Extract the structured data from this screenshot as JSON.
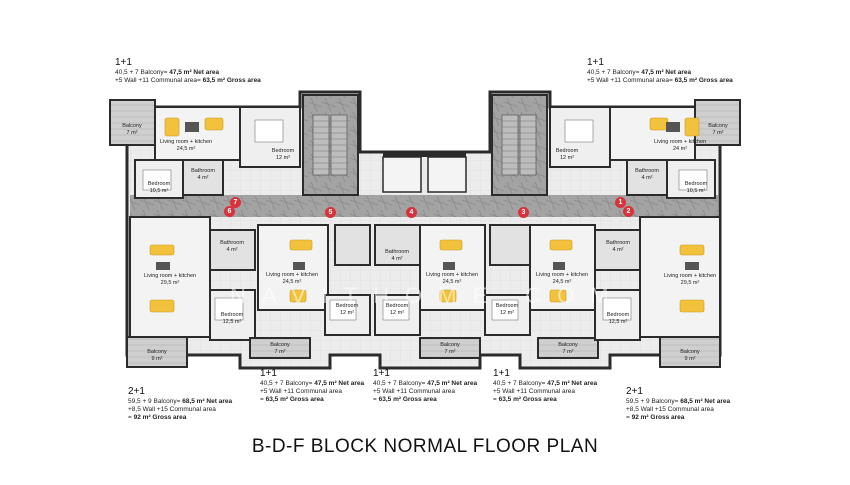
{
  "title": "B-D-F BLOCK NORMAL FLOOR PLAN",
  "watermark": "NAVITHOME.COM",
  "colors": {
    "wall": "#2b2b2b",
    "floor": "#e9e9e9",
    "marble": "#9a9a9a",
    "sofa": "#f2c23c",
    "marker": "#d9323a"
  },
  "units": {
    "top_left": {
      "type": "1+1",
      "line1_pre": "40,5 + 7 Balcony= ",
      "line1_net": "47,5 m² Net area",
      "line2_pre": "+5 Wall +11 Communal area= ",
      "line2_gross": "63,5 m² Gross area"
    },
    "top_right": {
      "type": "1+1",
      "line1_pre": "40,5 + 7 Balcony= ",
      "line1_net": "47,5 m² Net area",
      "line2_pre": "+5 Wall +11 Communal area= ",
      "line2_gross": "63,5 m² Gross area"
    },
    "bottom_left": {
      "type": "2+1",
      "line1_pre": "59,5 + 9 Balcony= ",
      "line1_net": "68,5 m² Net area",
      "line2": "+8,5 Wall +15 Communal area",
      "line3_pre": "= ",
      "line3_gross": "92 m² Gross area"
    },
    "bottom_right": {
      "type": "2+1",
      "line1_pre": "59,5 + 9 Balcony= ",
      "line1_net": "68,5 m² Net area",
      "line2": "+8,5 Wall +15 Communal area",
      "line3_pre": "= ",
      "line3_gross": "92 m² Gross area"
    },
    "bottom_mid_1": {
      "type": "1+1",
      "line1_pre": "40,5 + 7 Balcony= ",
      "line1_net": "47,5 m² Net area",
      "line2": "+5 Wall +11 Communal area",
      "line3_pre": "= ",
      "line3_gross": "63,5 m² Gross area"
    },
    "bottom_mid_2": {
      "type": "1+1",
      "line1_pre": "40,5 + 7 Balcony= ",
      "line1_net": "47,5 m² Net area",
      "line2": "+5 Wall +11 Communal area",
      "line3_pre": "= ",
      "line3_gross": "63,5 m² Gross area"
    },
    "bottom_mid_3": {
      "type": "1+1",
      "line1_pre": "40,5 + 7 Balcony= ",
      "line1_net": "47,5 m² Net area",
      "line2": "+5 Wall +11 Communal area",
      "line3_pre": "= ",
      "line3_gross": "63,5 m² Gross area"
    }
  },
  "rooms": {
    "tl_balcony": {
      "name": "Balcony",
      "area": "7 m²"
    },
    "tl_living": {
      "name": "Living room + kitchen",
      "area": "24,5 m²"
    },
    "tl_bedroom": {
      "name": "Bedroom",
      "area": "10,5 m²"
    },
    "tl_bathroom": {
      "name": "Bathroom",
      "area": "4 m²"
    },
    "tl_bedroom2": {
      "name": "Bedroom",
      "area": "12 m²"
    },
    "tr_balcony": {
      "name": "Balcony",
      "area": "7 m²"
    },
    "tr_living": {
      "name": "Living room + kitchen",
      "area": "24 m²"
    },
    "tr_bedroom": {
      "name": "Bedroom",
      "area": "10,5 m²"
    },
    "tr_bathroom": {
      "name": "Bathroom",
      "area": "4 m²"
    },
    "tr_bedroom2": {
      "name": "Bedroom",
      "area": "12 m²"
    },
    "bl_living": {
      "name": "Living room + kitchen",
      "area": "29,5 m²"
    },
    "bl_bedroom": {
      "name": "Bedroom",
      "area": "12,5 m²"
    },
    "bl_bathroom": {
      "name": "Bathroom",
      "area": "4 m²"
    },
    "bl_balcony": {
      "name": "Balcony",
      "area": "9 m²"
    },
    "b1_living": {
      "name": "Living room + kitchen",
      "area": "24,5 m²"
    },
    "b1_bedroom": {
      "name": "Bedroom",
      "area": "12 m²"
    },
    "b1_balcony": {
      "name": "Balcony",
      "area": "7 m²"
    },
    "b2_living": {
      "name": "Living room + kitchen",
      "area": "24,5 m²"
    },
    "b2_bedroom": {
      "name": "Bedroom",
      "area": "12 m²"
    },
    "b2_bathroom": {
      "name": "Bathroom",
      "area": "4 m²"
    },
    "b2_balcony": {
      "name": "Balcony",
      "area": "7 m²"
    },
    "b3_living": {
      "name": "Living room + kitchen",
      "area": "24,5 m²"
    },
    "b3_bedroom": {
      "name": "Bedroom",
      "area": "12 m²"
    },
    "b3_balcony": {
      "name": "Balcony",
      "area": "7 m²"
    },
    "br_living": {
      "name": "Living room + kitchen",
      "area": "29,5 m²"
    },
    "br_bedroom": {
      "name": "Bedroom",
      "area": "12,5 m²"
    },
    "br_bathroom": {
      "name": "Bathroom",
      "area": "4 m²"
    },
    "br_balcony": {
      "name": "Balcony",
      "area": "9 m²"
    }
  },
  "markers": [
    "1",
    "2",
    "3",
    "4",
    "5",
    "6",
    "7"
  ]
}
